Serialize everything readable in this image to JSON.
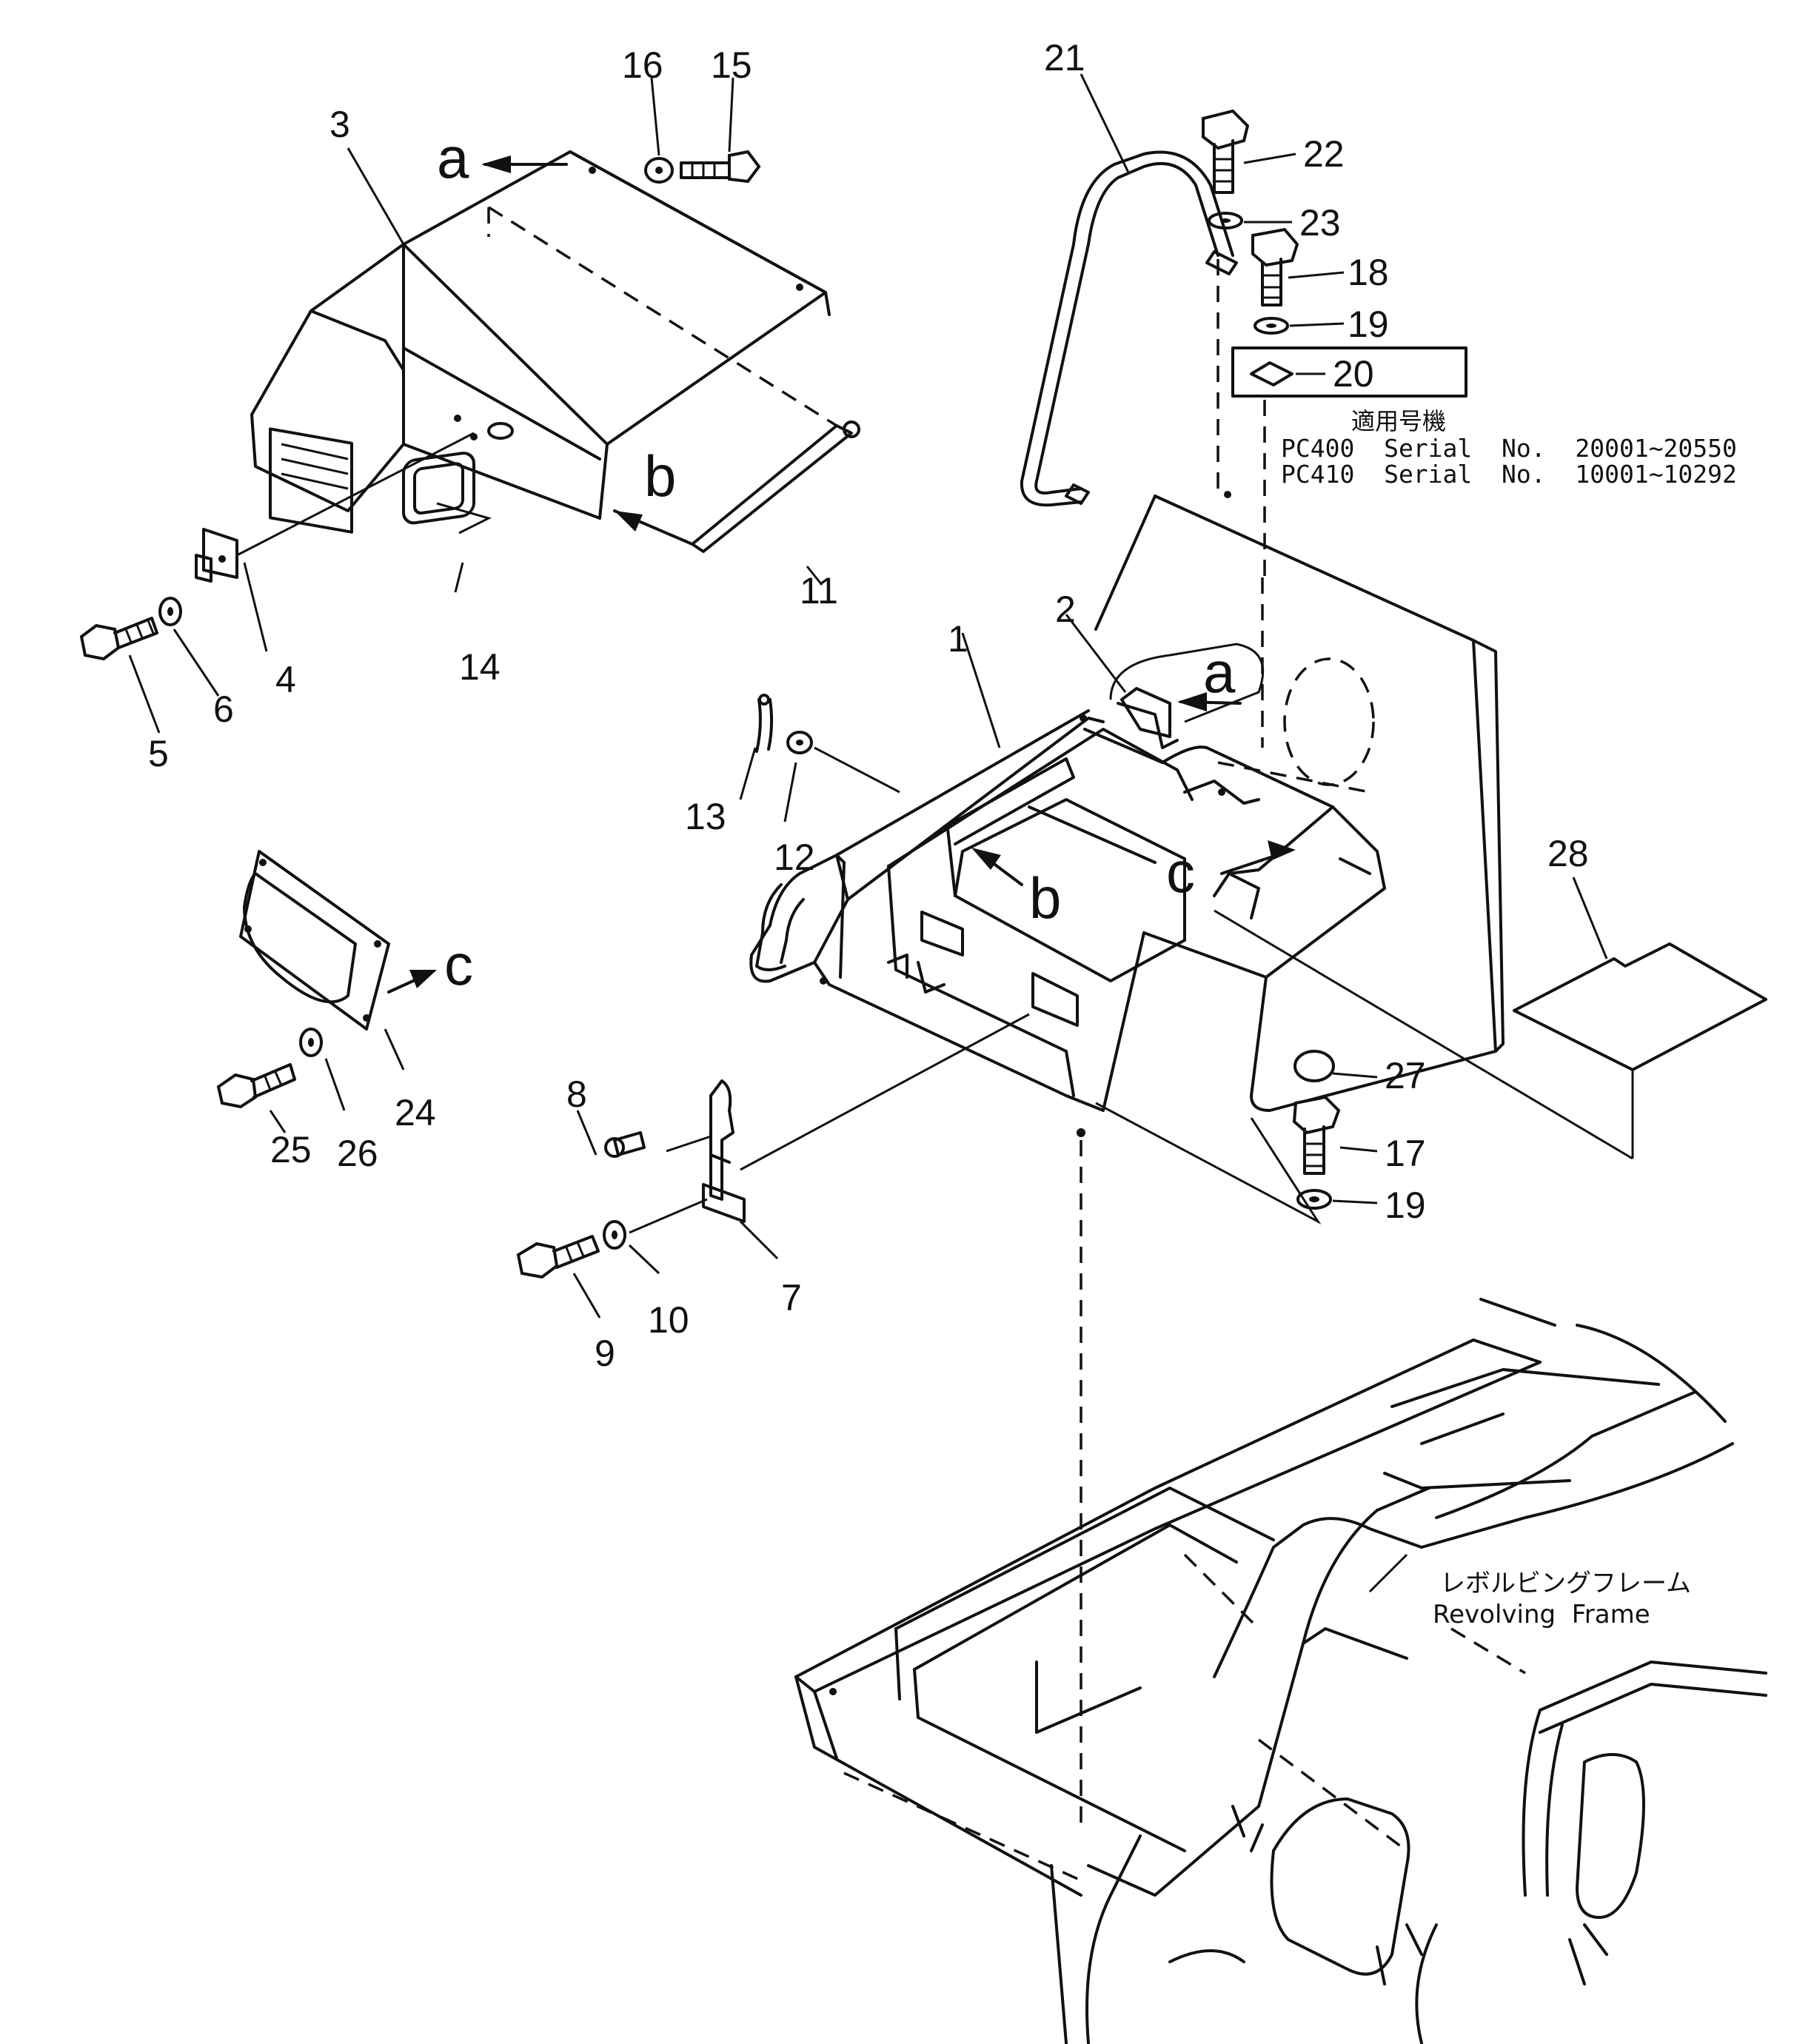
{
  "part_numbers": {
    "p1": "1",
    "p2": "2",
    "p3": "3",
    "p4": "4",
    "p5": "5",
    "p6": "6",
    "p7": "7",
    "p8": "8",
    "p9": "9",
    "p10": "10",
    "p11": "11",
    "p12": "12",
    "p13": "13",
    "p14": "14",
    "p15": "15",
    "p16": "16",
    "p17": "17",
    "p18": "18",
    "p19a": "19",
    "p19b": "19",
    "p20": "20",
    "p21": "21",
    "p22": "22",
    "p23": "23",
    "p24": "24",
    "p25": "25",
    "p26": "26",
    "p27": "27",
    "p28": "28"
  },
  "reference_letters": {
    "a1": "a",
    "a2": "a",
    "b1": "b",
    "b2": "b",
    "c1": "c",
    "c2": "c"
  },
  "applicability": {
    "heading": "適用号機",
    "line1": "PC400  Serial  No.  20001~20550",
    "line2": "PC410  Serial  No.  10001~10292"
  },
  "frame_label": {
    "japanese": "レボルビングフレーム",
    "english": "Revolving  Frame"
  }
}
